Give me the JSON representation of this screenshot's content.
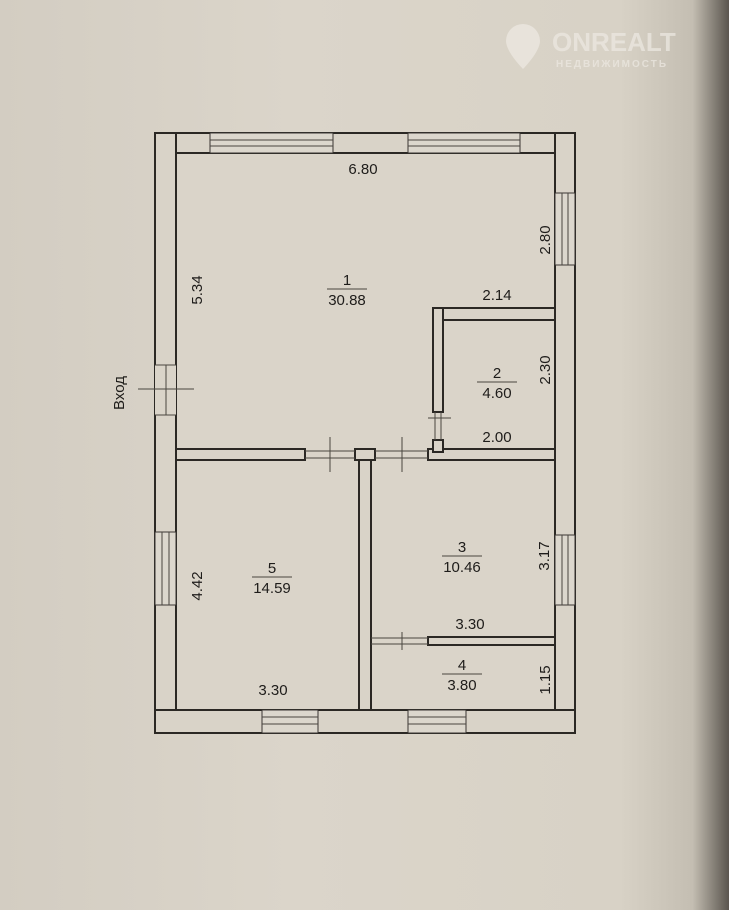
{
  "watermark": {
    "brand": "ONREALT",
    "subtitle": "НЕДВИЖИМОСТЬ"
  },
  "entrance_label": "Вход",
  "rooms": [
    {
      "number": "1",
      "area": "30.88"
    },
    {
      "number": "2",
      "area": "4.60"
    },
    {
      "number": "3",
      "area": "10.46"
    },
    {
      "number": "4",
      "area": "3.80"
    },
    {
      "number": "5",
      "area": "14.59"
    }
  ],
  "dimensions": {
    "room1_width": "6.80",
    "room1_height": "5.34",
    "room1_right_upper": "2.80",
    "room1_right_lower": "2.14",
    "room2_height": "2.30",
    "room2_width": "2.00",
    "room3_height": "3.17",
    "room3_width": "3.30",
    "room4_height": "1.15",
    "room5_height": "4.42",
    "room5_width": "3.30"
  }
}
